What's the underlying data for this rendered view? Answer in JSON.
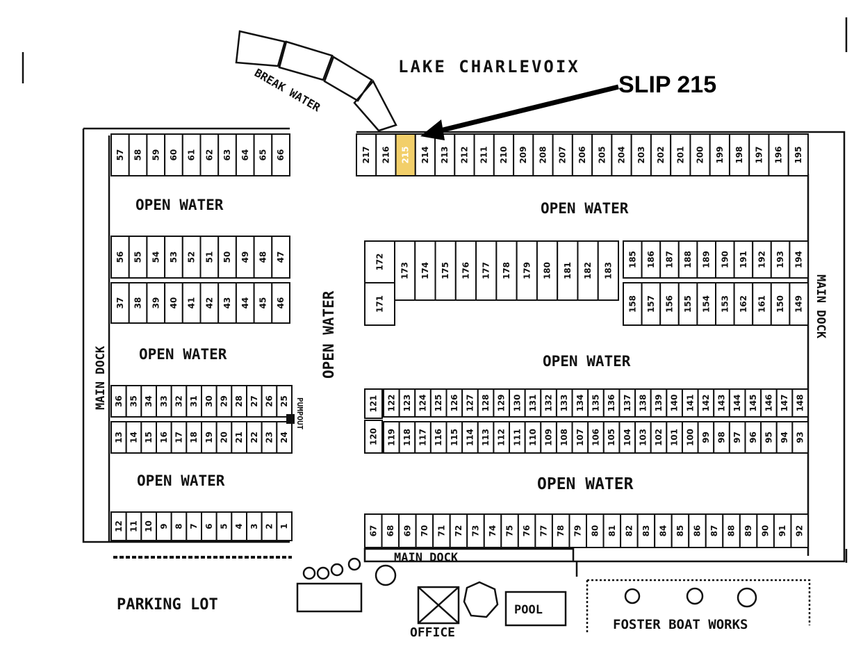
{
  "labels": {
    "lake": "LAKE CHARLEVOIX",
    "callout": "SLIP 215",
    "breakwater": "BREAK WATER",
    "open_water": "OPEN WATER",
    "main_dock": "MAIN DOCK",
    "pumpout": "PUMPOUT",
    "parking": "PARKING LOT",
    "office": "OFFICE",
    "pool": "POOL",
    "foster": "FOSTER BOAT WORKS"
  },
  "highlight_slip": "215",
  "highlight_color": "#f2cf6a",
  "rows": {
    "top": [
      "217",
      "216",
      "215",
      "214",
      "213",
      "212",
      "211",
      "210",
      "209",
      "208",
      "207",
      "206",
      "205",
      "204",
      "203",
      "202",
      "201",
      "200",
      "199",
      "198",
      "197",
      "196",
      "195"
    ],
    "mid_a_big": [
      "172",
      "171"
    ],
    "mid_a_upper": [
      "173",
      "174",
      "175",
      "176",
      "177",
      "178",
      "179",
      "180",
      "181",
      "182",
      "183"
    ],
    "mid_a_right_upper": [
      "185",
      "186",
      "187",
      "188",
      "189",
      "190",
      "191",
      "192",
      "193",
      "194"
    ],
    "mid_a_right_lower": [
      "158",
      "157",
      "156",
      "155",
      "154",
      "153",
      "162",
      "161",
      "150",
      "149"
    ],
    "mid_b_big": [
      "121",
      "120"
    ],
    "mid_b_upper": [
      "122",
      "123",
      "124",
      "125",
      "126",
      "127",
      "128",
      "129",
      "130",
      "131",
      "132",
      "133",
      "134",
      "135",
      "136",
      "137",
      "138",
      "139",
      "140",
      "141",
      "142",
      "143",
      "144",
      "145",
      "146",
      "147",
      "148"
    ],
    "mid_b_lower": [
      "119",
      "118",
      "117",
      "116",
      "115",
      "114",
      "113",
      "112",
      "111",
      "110",
      "109",
      "108",
      "107",
      "106",
      "105",
      "104",
      "103",
      "102",
      "101",
      "100",
      "99",
      "98",
      "97",
      "96",
      "95",
      "94",
      "93"
    ],
    "bottom": [
      "67",
      "68",
      "69",
      "70",
      "71",
      "72",
      "73",
      "74",
      "75",
      "76",
      "77",
      "78",
      "79",
      "80",
      "81",
      "82",
      "83",
      "84",
      "85",
      "86",
      "87",
      "88",
      "89",
      "90",
      "91",
      "92"
    ],
    "left_1": [
      "57",
      "58",
      "59",
      "60",
      "61",
      "62",
      "63",
      "64",
      "65",
      "66"
    ],
    "left_2": [
      "56",
      "55",
      "54",
      "53",
      "52",
      "51",
      "50",
      "49",
      "48",
      "47"
    ],
    "left_3": [
      "37",
      "38",
      "39",
      "40",
      "41",
      "42",
      "43",
      "44",
      "45",
      "46"
    ],
    "left_4": [
      "36",
      "35",
      "34",
      "33",
      "32",
      "31",
      "30",
      "29",
      "28",
      "27",
      "26",
      "25"
    ],
    "left_5": [
      "13",
      "14",
      "15",
      "16",
      "17",
      "18",
      "19",
      "20",
      "21",
      "22",
      "23",
      "24"
    ],
    "left_6": [
      "12",
      "11",
      "10",
      "9",
      "8",
      "7",
      "6",
      "5",
      "4",
      "3",
      "2",
      "1"
    ]
  }
}
